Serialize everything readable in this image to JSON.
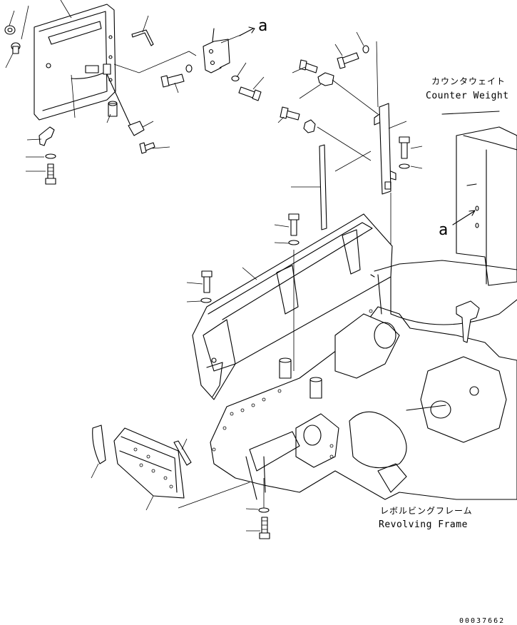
{
  "labels": {
    "counter_weight_jp": "カウンタウェイト",
    "counter_weight_en": "Counter Weight",
    "revolving_frame_jp": "レボルビングフレーム",
    "revolving_frame_en": "Revolving Frame",
    "ref_a_top": "a",
    "ref_a_right": "a",
    "drawing_number": "00037662"
  }
}
